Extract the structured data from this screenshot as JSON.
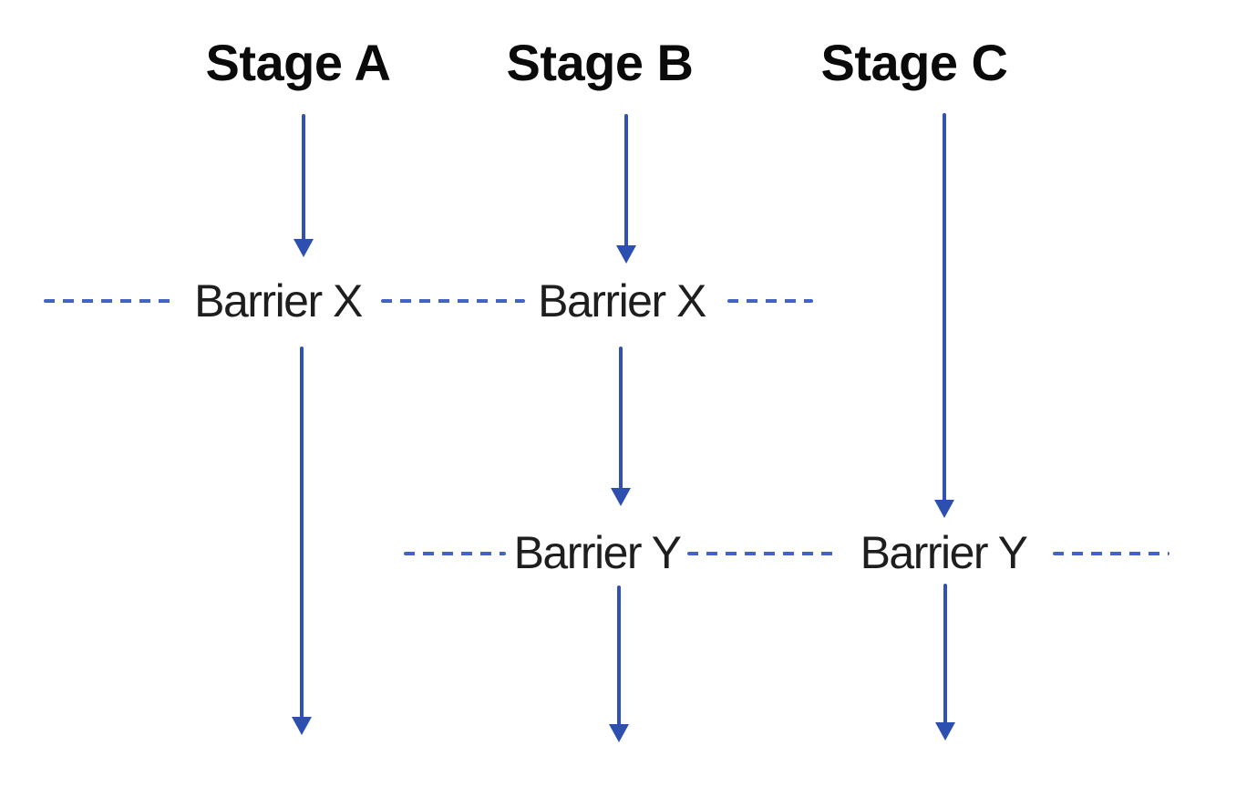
{
  "diagram": {
    "title": "",
    "stage_headers": [
      {
        "label": "Stage A"
      },
      {
        "label": "Stage B"
      },
      {
        "label": "Stage C"
      }
    ],
    "barrier_labels": [
      {
        "text": "Barrier X"
      },
      {
        "text": "Barrier X"
      },
      {
        "text": "Barrier Y"
      },
      {
        "text": "Barrier Y"
      }
    ],
    "colors": {
      "page_bg": "#ffffff",
      "arrow": "#3152b2",
      "arrowhead": "#2d4fb0",
      "dash": "#4464c4",
      "heading_text": "#0a0a0a",
      "label_text": "#1e1e1e"
    }
  }
}
